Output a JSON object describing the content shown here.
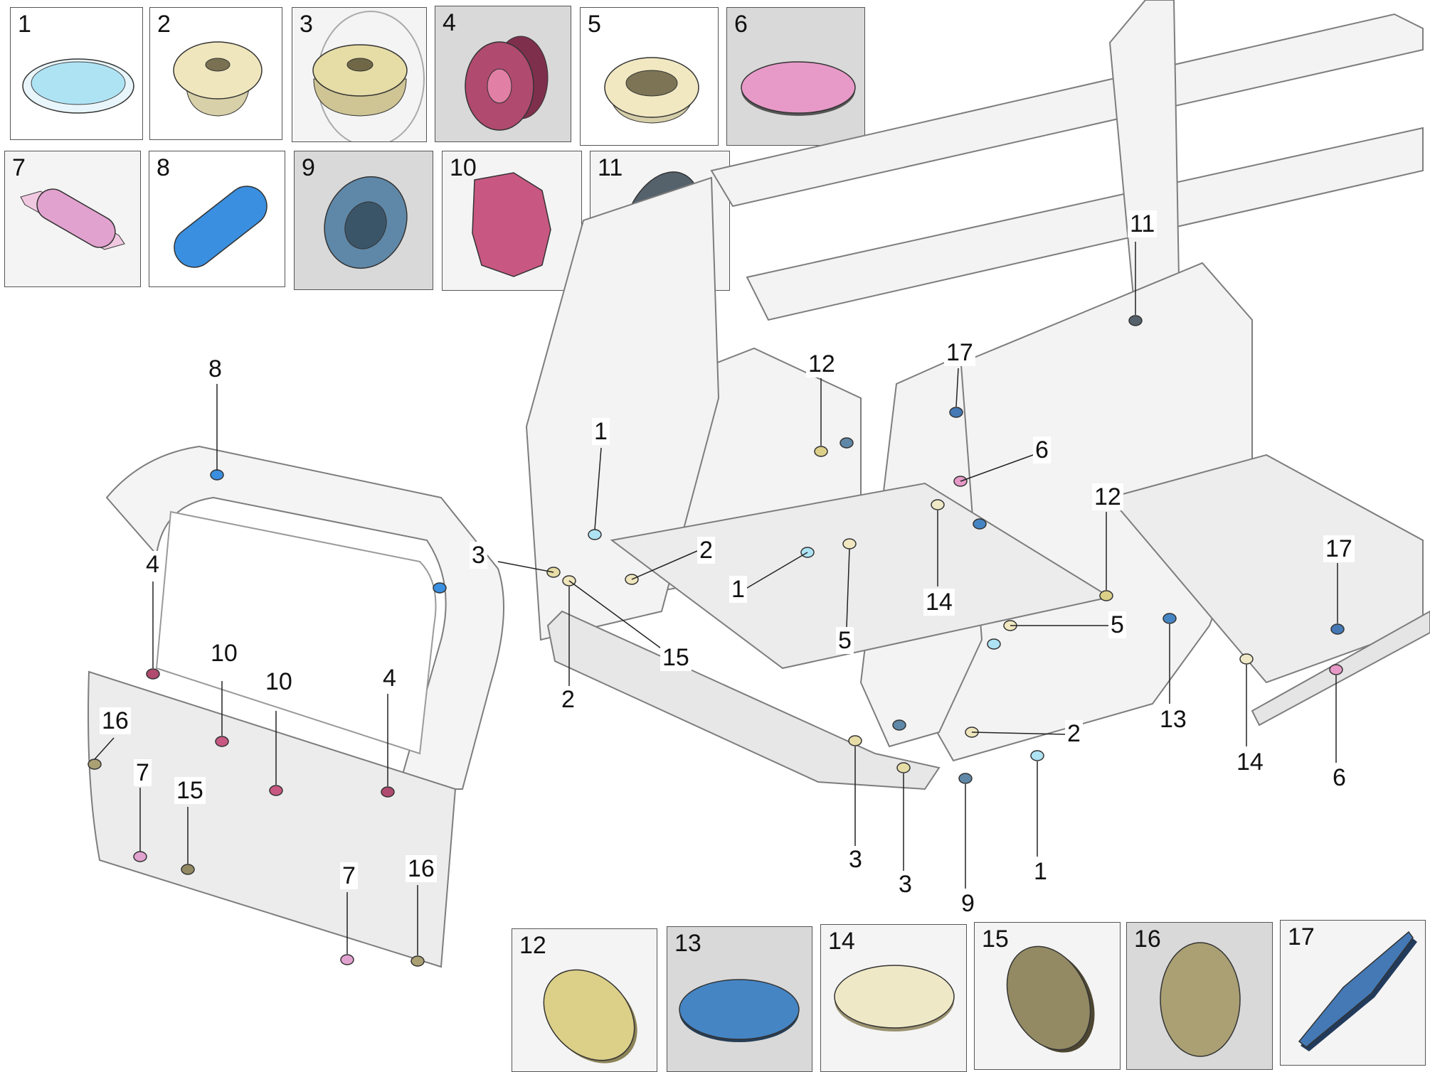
{
  "parts": [
    {
      "number": "1",
      "color": "#aee3f4"
    },
    {
      "number": "2",
      "color": "#efe6bd"
    },
    {
      "number": "3",
      "color": "#e6dca6"
    },
    {
      "number": "4",
      "color": "#b04a6e"
    },
    {
      "number": "5",
      "color": "#f1e8c2"
    },
    {
      "number": "6",
      "color": "#e79ac7"
    },
    {
      "number": "7",
      "color": "#e2a2cf"
    },
    {
      "number": "8",
      "color": "#3a8fe0"
    },
    {
      "number": "9",
      "color": "#5f88a8"
    },
    {
      "number": "10",
      "color": "#c85882"
    },
    {
      "number": "11",
      "color": "#55626c"
    },
    {
      "number": "12",
      "color": "#dccf88"
    },
    {
      "number": "13",
      "color": "#4585c4"
    },
    {
      "number": "14",
      "color": "#efe8c6"
    },
    {
      "number": "15",
      "color": "#938a64"
    },
    {
      "number": "16",
      "color": "#aaa074"
    },
    {
      "number": "17",
      "color": "#4479b6"
    }
  ],
  "callouts": [
    {
      "text": "8"
    },
    {
      "text": "4"
    },
    {
      "text": "10"
    },
    {
      "text": "10"
    },
    {
      "text": "4"
    },
    {
      "text": "16"
    },
    {
      "text": "7"
    },
    {
      "text": "15"
    },
    {
      "text": "7"
    },
    {
      "text": "16"
    },
    {
      "text": "1"
    },
    {
      "text": "3"
    },
    {
      "text": "2"
    },
    {
      "text": "1"
    },
    {
      "text": "5"
    },
    {
      "text": "15"
    },
    {
      "text": "2"
    },
    {
      "text": "12"
    },
    {
      "text": "17"
    },
    {
      "text": "6"
    },
    {
      "text": "14"
    },
    {
      "text": "12"
    },
    {
      "text": "5"
    },
    {
      "text": "11"
    },
    {
      "text": "3"
    },
    {
      "text": "3"
    },
    {
      "text": "2"
    },
    {
      "text": "9"
    },
    {
      "text": "1"
    },
    {
      "text": "13"
    },
    {
      "text": "14"
    },
    {
      "text": "17"
    },
    {
      "text": "6"
    }
  ]
}
